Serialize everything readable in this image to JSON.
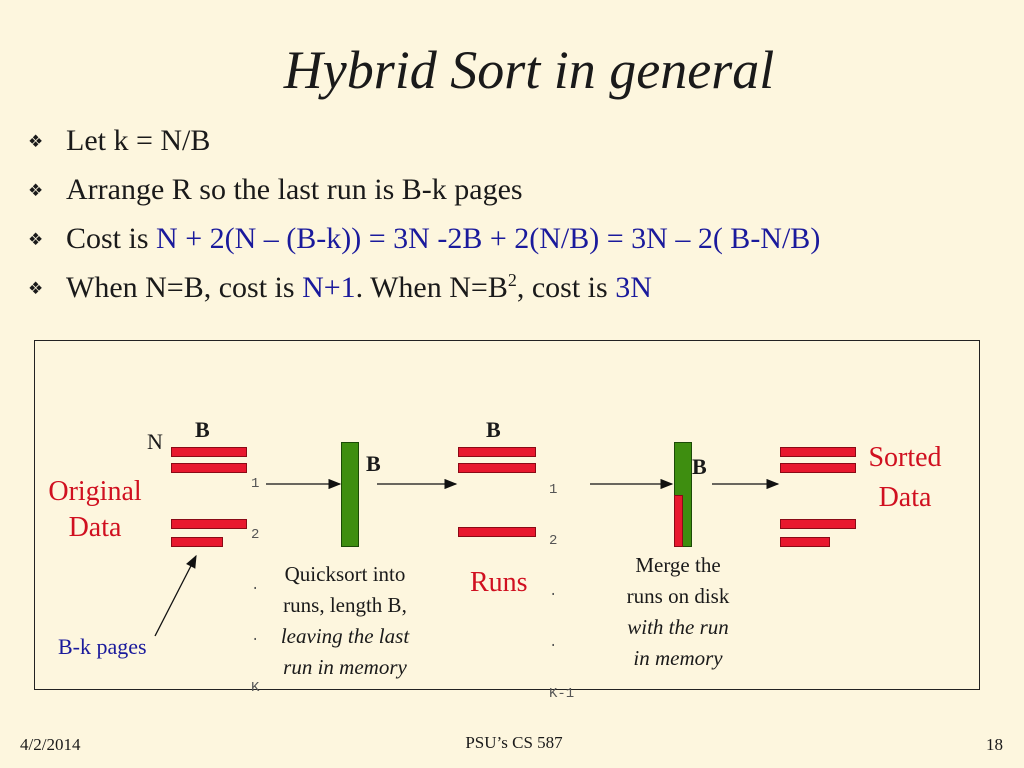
{
  "title": "Hybrid Sort in general",
  "bullets": [
    {
      "text": "Let k = N/B"
    },
    {
      "text": "Arrange R so the last run is B-k pages"
    },
    {
      "prefix": "Cost is ",
      "formula": "N + 2(N – (B-k)) = 3N -2B + 2(N/B) = 3N – 2( B-N/B)"
    },
    {
      "prefix": "When N=B, cost is ",
      "v1": "N+1",
      "mid": ".  When N=B",
      "sup": "2",
      "mid2": ", cost is ",
      "v2": "3N"
    }
  ],
  "diagram": {
    "left_label_n": "N",
    "left_label_b": "B",
    "original_data_line1": "Original",
    "original_data_line2": "Data",
    "index_col1": [
      "1",
      "2",
      ".",
      ".",
      "K"
    ],
    "mid_label_b": "B",
    "runs_label_b": "B",
    "index_col2": [
      "1",
      "2",
      ".",
      ".",
      "K-1"
    ],
    "merge_label_b": "B",
    "runs": "Runs",
    "sorted_data_line1": "Sorted",
    "sorted_data_line2": "Data",
    "bk_pages": "B-k pages",
    "quicksort_caption": [
      "Quicksort into",
      "runs, length B,",
      "leaving the last",
      "run in memory"
    ],
    "merge_caption": [
      "Merge the",
      "runs on disk",
      "with the run",
      "in memory"
    ]
  },
  "footer": {
    "date": "4/2/2014",
    "course": "PSU’s CS 587",
    "page": "18"
  },
  "colors": {
    "background": "#FDF6DE",
    "bar_red": "#E8182E",
    "bar_green": "#3E8E10",
    "text_blue": "#1a1a9c",
    "text_red": "#D01020"
  }
}
